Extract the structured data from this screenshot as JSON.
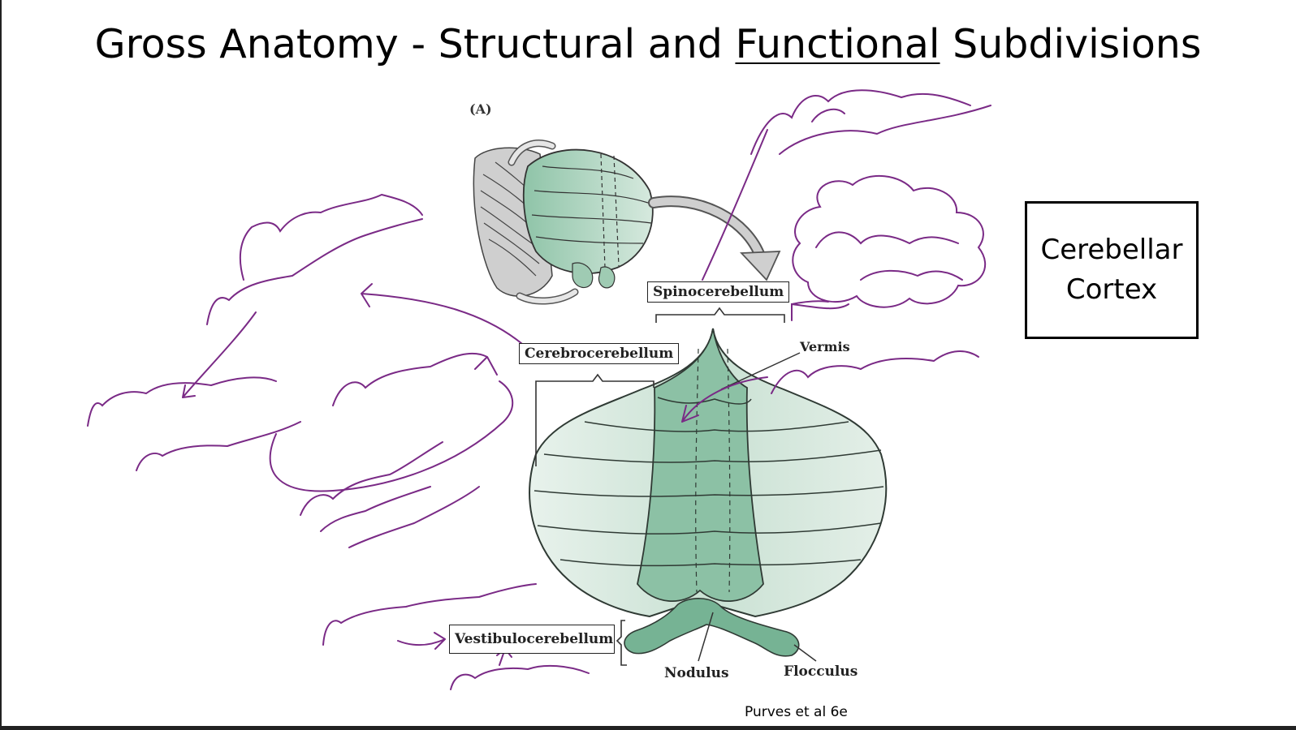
{
  "title": {
    "prefix": "Gross Anatomy - Structural and ",
    "underlined": "Functional",
    "suffix": " Subdivisions"
  },
  "figure": {
    "panel_label": "(A)",
    "labels": {
      "spinocerebellum": "Spinocerebellum",
      "cerebrocerebellum": "Cerebrocerebellum",
      "vestibulocerebellum": "Vestibulocerebellum",
      "vermis": "Vermis",
      "nodulus": "Nodulus",
      "flocculus": "Flocculus"
    }
  },
  "cortex_box": {
    "line1": "Cerebellar",
    "line2": "Cortex"
  },
  "credit": "Purves et al 6e",
  "colors": {
    "lobe_fill": "#d3e6dc",
    "vermis_fill": "#84bd9f",
    "outline": "#2f3a34",
    "annotation_ink": "#7a2a86"
  }
}
